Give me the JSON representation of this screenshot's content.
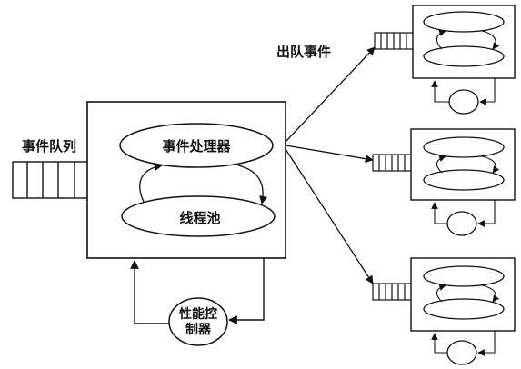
{
  "labels": {
    "event_queue": "事件队列",
    "outgoing_events": "出队事件",
    "event_handler": "事件处理器",
    "thread_pool": "线程池",
    "perf_control_line1": "性能控",
    "perf_control_line2": "制器"
  },
  "colors": {
    "stroke": "#111111",
    "background": "#ffffff"
  }
}
